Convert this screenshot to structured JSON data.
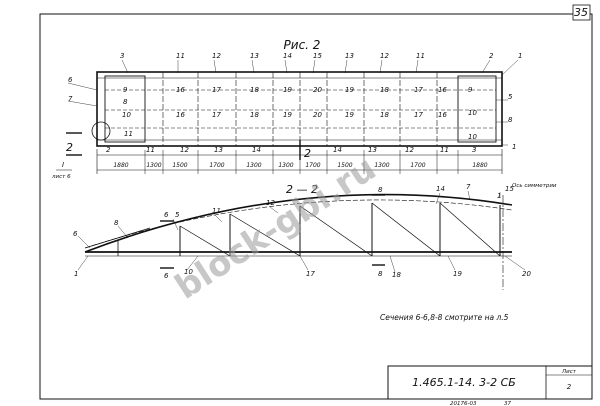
{
  "sheet_number": "35",
  "figure_title": "Рис. 2",
  "section_title": "2 — 2",
  "plan_labels_top": [
    "3",
    "11",
    "12",
    "13",
    "14",
    "15",
    "13",
    "12",
    "11",
    "2",
    "1"
  ],
  "plan_labels_mid1": [
    "6",
    "9",
    "16",
    "17",
    "18",
    "19",
    "20",
    "19",
    "18",
    "17",
    "16",
    "9"
  ],
  "plan_labels_mid2": [
    "7",
    "8",
    "10",
    "5",
    "8",
    "10"
  ],
  "plan_labels_mid3": [
    "11",
    "16",
    "17",
    "18",
    "19",
    "20",
    "19",
    "18",
    "17",
    "16",
    "10"
  ],
  "plan_labels_bottom": [
    "2",
    "11",
    "12",
    "13",
    "14",
    "14",
    "13",
    "12",
    "11",
    "3",
    "1"
  ],
  "left_cut": {
    "number": "2",
    "roman": "I",
    "sheet_ref": "лист 6"
  },
  "right_cut": {
    "number": "2"
  },
  "dimensions": [
    "1880",
    "1300",
    "1500",
    "1700",
    "1300",
    "1300",
    "1700",
    "1500",
    "1300",
    "1700",
    "1880"
  ],
  "section_labels": {
    "truss": [
      "6",
      "8",
      "5",
      "11",
      "12",
      "14",
      "7",
      "15",
      "1",
      "10",
      "17",
      "18",
      "19",
      "20",
      "1"
    ],
    "axis": "Ось симметрии",
    "cuts": [
      "6",
      "6",
      "8",
      "8"
    ]
  },
  "note": "Сечения 6-6,8-8 смотрите на л.5",
  "stamp": {
    "code": "1.465.1-14. 3-2 СБ",
    "sheet_label": "Лист",
    "sheet_no": "2"
  },
  "footer": {
    "left": "20176-03",
    "right": "37"
  },
  "watermark": "block-gbi.ru"
}
